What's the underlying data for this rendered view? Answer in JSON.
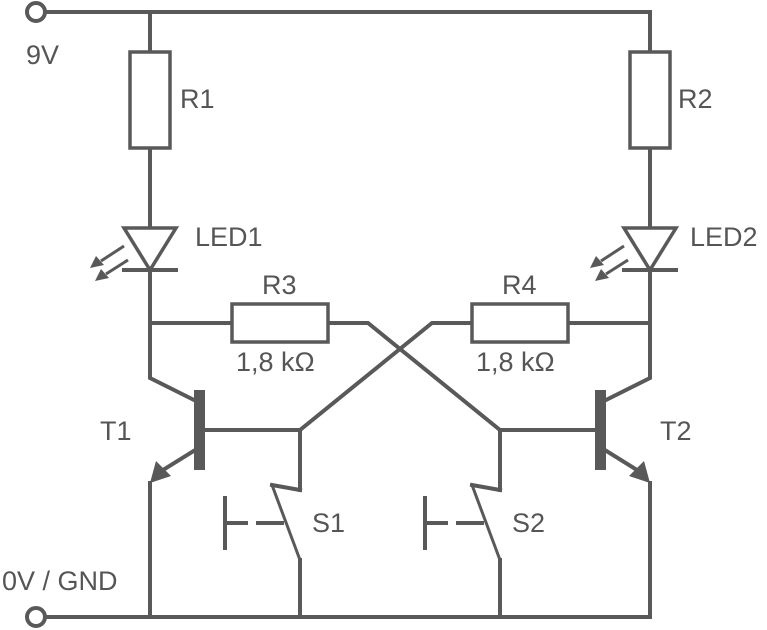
{
  "rails": {
    "supply_label": "9V",
    "ground_label": "0V / GND"
  },
  "resistors": {
    "r1": {
      "name": "R1"
    },
    "r2": {
      "name": "R2"
    },
    "r3": {
      "name": "R3",
      "value": "1,8 kΩ"
    },
    "r4": {
      "name": "R4",
      "value": "1,8 kΩ"
    }
  },
  "leds": {
    "led1": {
      "name": "LED1"
    },
    "led2": {
      "name": "LED2"
    }
  },
  "transistors": {
    "t1": {
      "name": "T1"
    },
    "t2": {
      "name": "T2"
    }
  },
  "switches": {
    "s1": {
      "name": "S1"
    },
    "s2": {
      "name": "S2"
    }
  },
  "colors": {
    "line": "#595959",
    "background": "#ffffff"
  }
}
